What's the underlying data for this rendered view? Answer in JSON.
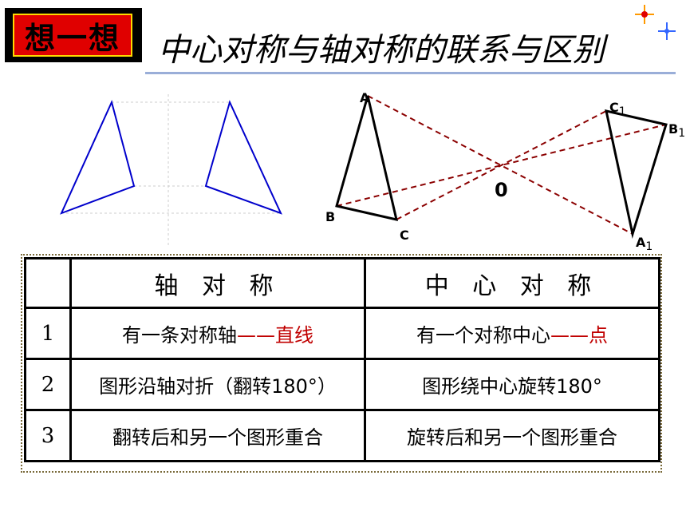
{
  "badge": {
    "label": "想一想"
  },
  "title": "中心对称与轴对称的联系与区别",
  "diagram": {
    "labels": {
      "A": "A",
      "B": "B",
      "C": "C",
      "O": "0",
      "A1": "A",
      "B1": "B",
      "C1": "C",
      "sub": "1"
    }
  },
  "table": {
    "headers": [
      "",
      "轴  对  称",
      "中 心 对 称"
    ],
    "rows": [
      {
        "num": "1",
        "axis_text": "有一条对称轴",
        "axis_dash": "——",
        "axis_em": "直线",
        "center_text": "有一个对称中心",
        "center_dash": "——",
        "center_em": "点"
      },
      {
        "num": "2",
        "axis_text": "图形沿轴对折（翻转180°）",
        "center_text": "图形绕中心旋转180°"
      },
      {
        "num": "3",
        "axis_text": "翻转后和另一个图形重合",
        "center_text": "旋转后和另一个图形重合"
      }
    ]
  },
  "colors": {
    "triangle_blue": "#0000cc",
    "dashed_red": "#8b0000",
    "badge_red": "#e00000"
  }
}
